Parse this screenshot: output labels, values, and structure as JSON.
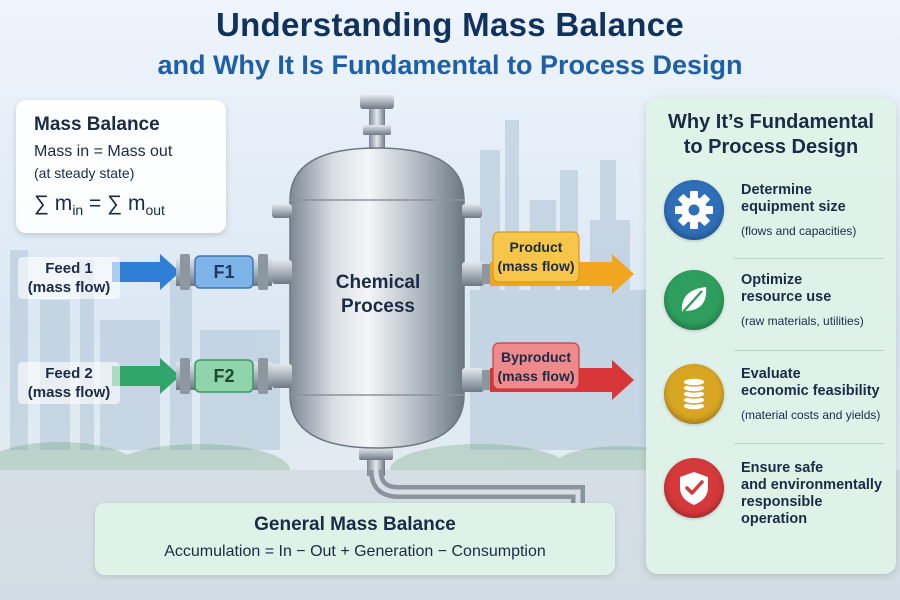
{
  "title": {
    "main": "Understanding Mass Balance",
    "sub": "and Why It Is Fundamental to Process Design"
  },
  "mass_balance": {
    "heading": "Mass Balance",
    "line1": "Mass in = Mass out",
    "line2": "(at steady state)",
    "eq_sum_in": "∑ m",
    "eq_in_sub": "in",
    "eq_equals": " = ∑ m",
    "eq_out_sub": "out"
  },
  "feeds": [
    {
      "label_line1": "Feed 1",
      "label_line2": "(mass flow)",
      "valve": "F1",
      "color": "#2f7fd6"
    },
    {
      "label_line1": "Feed 2",
      "label_line2": "(mass flow)",
      "valve": "F2",
      "color": "#2fa56a"
    }
  ],
  "vessel": {
    "line1": "Chemical",
    "line2": "Process"
  },
  "outputs": [
    {
      "label_line1": "Product",
      "label_line2": "(mass flow)",
      "color": "#f2a51f",
      "box_color": "#f7c54a"
    },
    {
      "label_line1": "Byproduct",
      "label_line2": "(mass flow)",
      "color": "#d9363a",
      "box_color": "#ee8a8c"
    }
  ],
  "general_balance": {
    "heading": "General Mass Balance",
    "equation": "Accumulation = In − Out + Generation − Consumption"
  },
  "why_panel": {
    "heading_line1": "Why It’s Fundamental",
    "heading_line2": "to Process Design",
    "items": [
      {
        "icon": "gear-icon",
        "color": "#2f6fb8",
        "head_line1": "Determine",
        "head_line2": "equipment size",
        "head_line3": "",
        "note": "(flows and capacities)"
      },
      {
        "icon": "leaf-icon",
        "color": "#2e9e5e",
        "head_line1": "Optimize",
        "head_line2": "resource use",
        "head_line3": "",
        "note": "(raw materials, utilities)"
      },
      {
        "icon": "coins-icon",
        "color": "#d8a623",
        "head_line1": "Evaluate",
        "head_line2": "economic feasibility",
        "head_line3": "",
        "note": "(material costs and yields)"
      },
      {
        "icon": "shield-check-icon",
        "color": "#d5393b",
        "head_line1": "Ensure safe",
        "head_line2": "and environmentally",
        "head_line3": "responsible operation",
        "note": ""
      }
    ]
  }
}
